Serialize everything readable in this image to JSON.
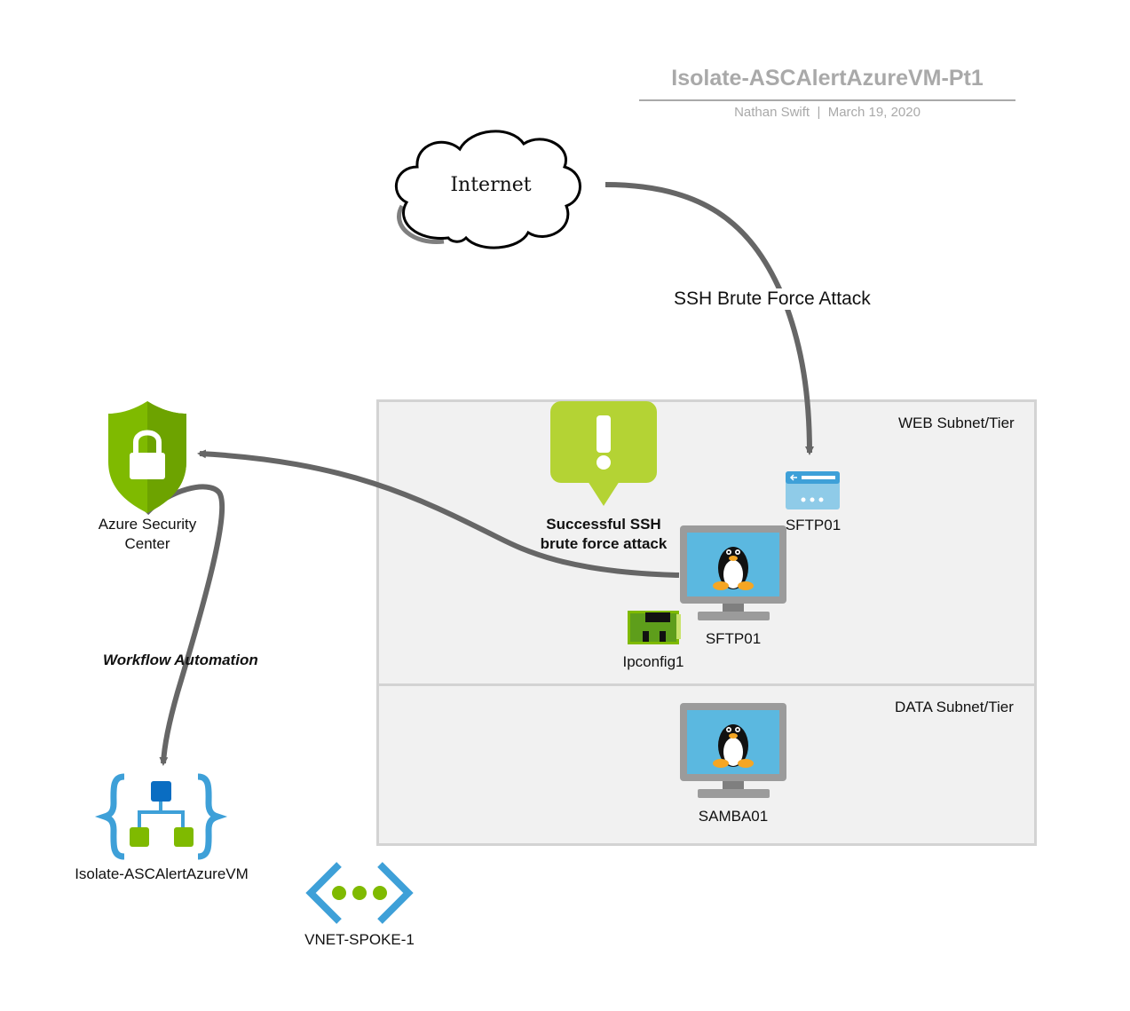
{
  "header": {
    "title": "Isolate-ASCAlertAzureVM-Pt1",
    "author": "Nathan Swift",
    "separator": "|",
    "date": "March 19, 2020"
  },
  "nodes": {
    "internet": "Internet",
    "security_center_line1": "Azure Security",
    "security_center_line2": "Center",
    "alert_line1": "Successful SSH",
    "alert_line2": "brute force attack",
    "sftp_endpoint": "SFTP01",
    "sftp_vm": "SFTP01",
    "ipconfig": "Ipconfig1",
    "samba_vm": "SAMBA01",
    "logic_app": "Isolate-ASCAlertAzureVM",
    "vnet": "VNET-SPOKE-1"
  },
  "subnets": {
    "web": "WEB Subnet/Tier",
    "data": "DATA Subnet/Tier"
  },
  "edges": {
    "attack": "SSH Brute Force Attack",
    "workflow": "Workflow Automation"
  },
  "colors": {
    "arrow": "#666666",
    "shield_green": "#7fba00",
    "alert_green": "#b4d334",
    "azure_blue": "#3ea0d8",
    "monitor_gray": "#9b9b9b",
    "screen_blue": "#5bb8e0"
  }
}
